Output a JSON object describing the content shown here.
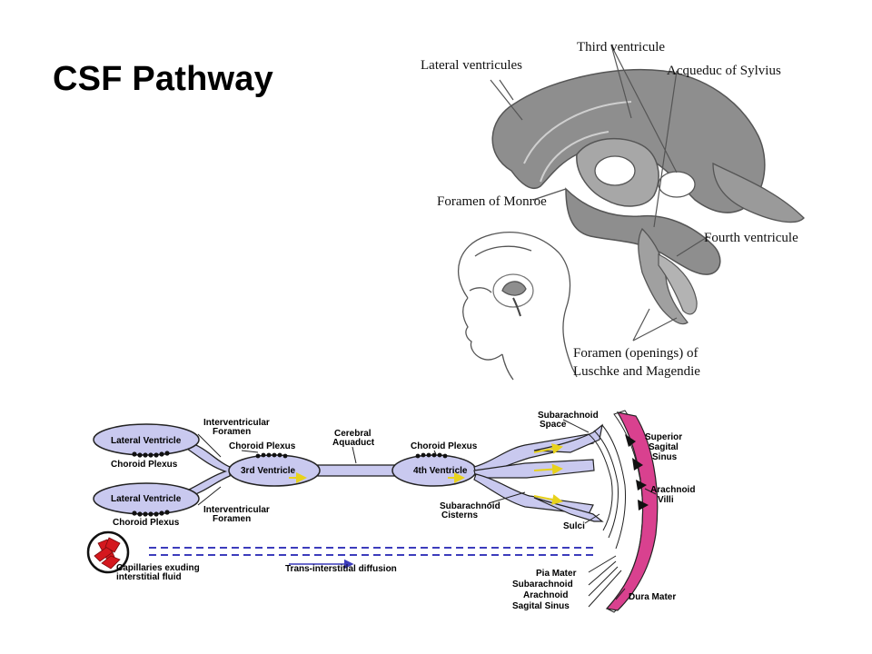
{
  "title": "CSF Pathway",
  "brain_diagram": {
    "labels": {
      "lateral_ventricules": "Lateral ventricules",
      "third_ventricule": "Third ventricule",
      "acqueduc": "Acqueduc of Sylvius",
      "foramen_monroe": "Foramen of Monroe",
      "fourth_ventricule": "Fourth ventricule",
      "foramen_openings_1": "Foramen (openings) of",
      "foramen_openings_2": "Luschke and Magendie"
    }
  },
  "flow_diagram": {
    "labels": {
      "lateral_ventricle_top": "Lateral Ventricle",
      "choroid_plexus_top": "Choroid Plexus",
      "interventricular_foramen_top_1": "Interventricular",
      "interventricular_foramen_top_2": "Foramen",
      "choroid_plexus_3rd": "Choroid Plexus",
      "third_ventricle": "3rd Ventricle",
      "cerebral_aquaduct_1": "Cerebral",
      "cerebral_aquaduct_2": "Aquaduct",
      "choroid_plexus_4th": "Choroid Plexus",
      "fourth_ventricle": "4th Ventricle",
      "lateral_ventricle_bottom": "Lateral Ventricle",
      "choroid_plexus_bottom": "Choroid Plexus",
      "interventricular_foramen_bottom_1": "Interventricular",
      "interventricular_foramen_bottom_2": "Foramen",
      "subarachnoid_space_1": "Subarachnoid",
      "subarachnoid_space_2": "Space",
      "superior_sagital_sinus_1": "Superior",
      "superior_sagital_sinus_2": "Sagital",
      "superior_sagital_sinus_3": "Sinus",
      "arachnoid_villi_1": "Arachnoid",
      "arachnoid_villi_2": "Villi",
      "subarachnoid_cisterns_1": "Subarachnoid",
      "subarachnoid_cisterns_2": "Cisterns",
      "sulci": "Sulci",
      "capillaries_1": "Capillaries exuding",
      "capillaries_2": "interstitial fluid",
      "trans_interstitial": "Trans-interstitial diffusion",
      "pia_mater": "Pia Mater",
      "subarachnoid": "Subarachnoid",
      "arachnoid": "Arachnoid",
      "sagital_sinus": "Sagital Sinus",
      "dura_mater": "Dura Mater"
    }
  },
  "colors": {
    "ventricle_fill": "#c9c9ef",
    "sinus_fill": "#d9418f",
    "brain_gray": "#8e8e8e",
    "flow_arrow": "#e8d21c",
    "diffusion_line": "#3c3cbc",
    "capillary_red": "#d4181e"
  }
}
